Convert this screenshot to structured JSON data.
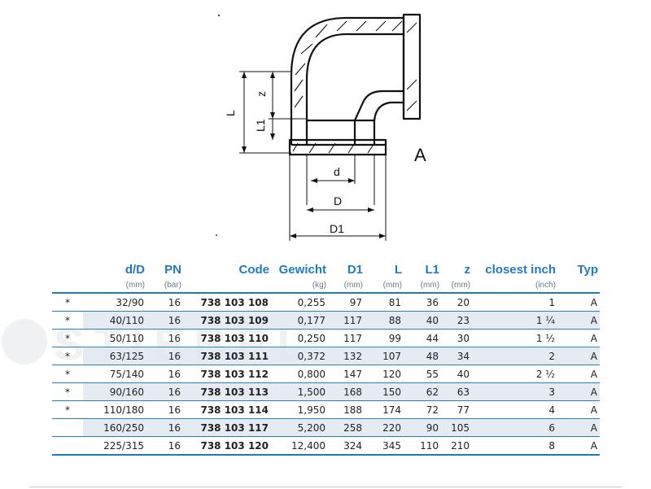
{
  "drawing": {
    "variant_label": "A",
    "dim_labels": {
      "L": "L",
      "L1": "L1",
      "z": "z",
      "d": "d",
      "D": "D",
      "D1": "D1"
    }
  },
  "watermark_text": "STIEBEL",
  "table": {
    "headers": [
      "d/D",
      "PN",
      "Code",
      "Gewicht",
      "D1",
      "L",
      "L1",
      "z",
      "closest inch",
      "Typ"
    ],
    "units": [
      "(mm)",
      "(bar)",
      "",
      "(kg)",
      "(mm)",
      "(mm)",
      "(mm)",
      "(mm)",
      "(inch)",
      ""
    ],
    "rows": [
      {
        "mark": "*",
        "dD": "32/90",
        "pn": "16",
        "code": "738 103 108",
        "weight": "0,255",
        "d1": "97",
        "l": "81",
        "l1": "36",
        "z": "20",
        "inch": "1",
        "typ": "A"
      },
      {
        "mark": "*",
        "dD": "40/110",
        "pn": "16",
        "code": "738 103 109",
        "weight": "0,177",
        "d1": "117",
        "l": "88",
        "l1": "40",
        "z": "23",
        "inch": "1 ¼",
        "typ": "A"
      },
      {
        "mark": "*",
        "dD": "50/110",
        "pn": "16",
        "code": "738 103 110",
        "weight": "0,250",
        "d1": "117",
        "l": "99",
        "l1": "44",
        "z": "30",
        "inch": "1 ½",
        "typ": "A"
      },
      {
        "mark": "*",
        "dD": "63/125",
        "pn": "16",
        "code": "738 103 111",
        "weight": "0,372",
        "d1": "132",
        "l": "107",
        "l1": "48",
        "z": "34",
        "inch": "2",
        "typ": "A"
      },
      {
        "mark": "*",
        "dD": "75/140",
        "pn": "16",
        "code": "738 103 112",
        "weight": "0,800",
        "d1": "147",
        "l": "120",
        "l1": "55",
        "z": "40",
        "inch": "2 ½",
        "typ": "A"
      },
      {
        "mark": "*",
        "dD": "90/160",
        "pn": "16",
        "code": "738 103 113",
        "weight": "1,500",
        "d1": "168",
        "l": "150",
        "l1": "62",
        "z": "63",
        "inch": "3",
        "typ": "A"
      },
      {
        "mark": "*",
        "dD": "110/180",
        "pn": "16",
        "code": "738 103 114",
        "weight": "1,950",
        "d1": "188",
        "l": "174",
        "l1": "72",
        "z": "77",
        "inch": "4",
        "typ": "A"
      },
      {
        "mark": "",
        "dD": "160/250",
        "pn": "16",
        "code": "738 103 117",
        "weight": "5,200",
        "d1": "258",
        "l": "220",
        "l1": "90",
        "z": "105",
        "inch": "6",
        "typ": "A"
      },
      {
        "mark": "",
        "dD": "225/315",
        "pn": "16",
        "code": "738 103 120",
        "weight": "12,400",
        "d1": "324",
        "l": "345",
        "l1": "110",
        "z": "210",
        "inch": "8",
        "typ": "A"
      }
    ]
  }
}
